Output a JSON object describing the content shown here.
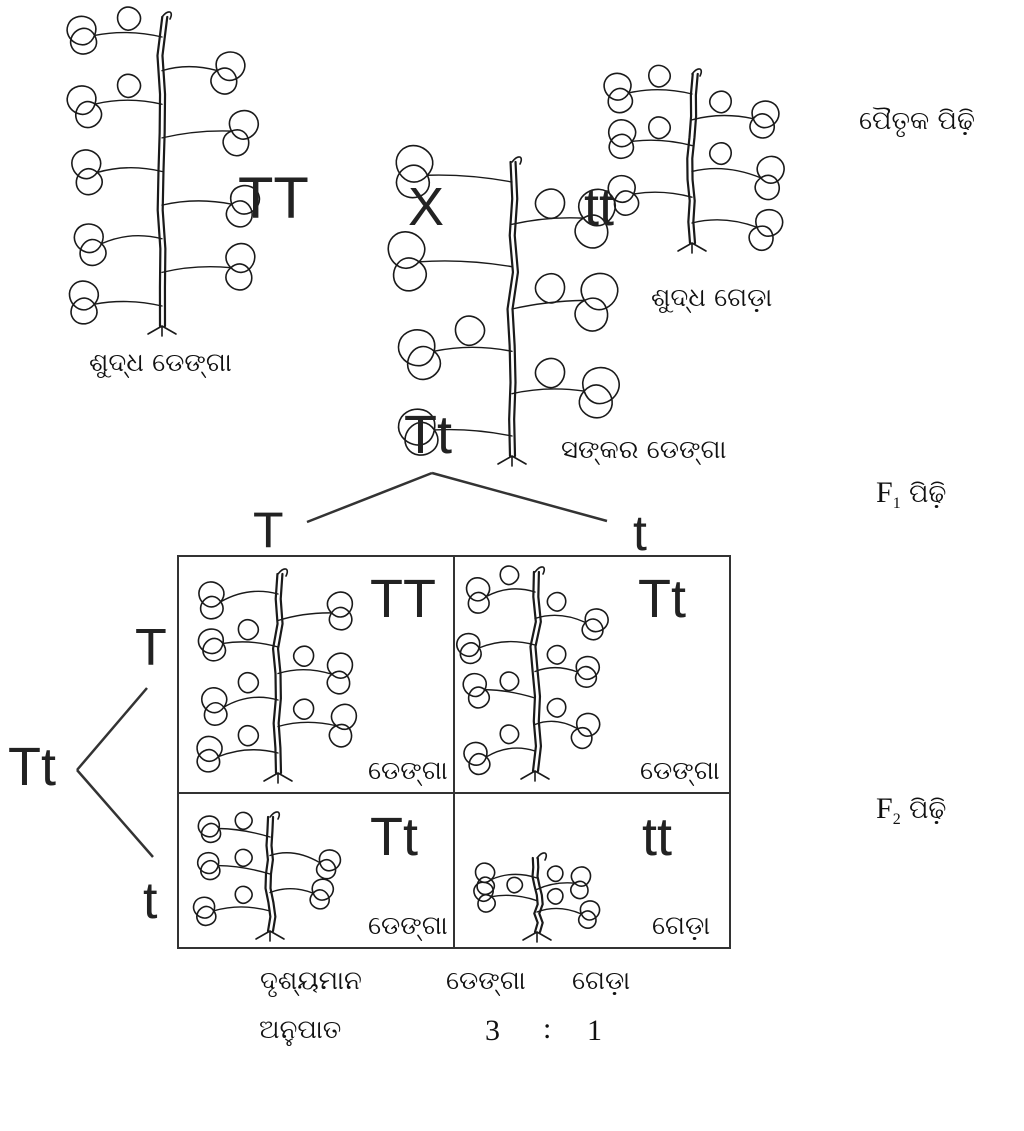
{
  "parents": {
    "left_genotype": "TT",
    "left_label": "ଶୁଦ୍ଧ ଡେଙ୍ଗା",
    "cross_symbol": "X",
    "right_genotype": "tt",
    "right_label": "ଶୁଦ୍ଧ ଗେଡ଼ା",
    "generation_label": "ପୈତୃକ ପିଢ଼ି"
  },
  "f1": {
    "genotype": "Tt",
    "label": "ସଙ୍କର ଡେଙ୍ଗା",
    "generation_prefix": "F",
    "generation_sub": "1",
    "generation_suffix": " ପିଢ଼ି"
  },
  "gametes": {
    "top_left": "T",
    "top_right": "t",
    "side_parent": "Tt",
    "side_top": "T",
    "side_bottom": "t"
  },
  "punnett": [
    {
      "genotype": "TT",
      "phenotype": "ଡେଙ୍ଗା"
    },
    {
      "genotype": "Tt",
      "phenotype": "ଡେଙ୍ଗା"
    },
    {
      "genotype": "Tt",
      "phenotype": "ଡେଙ୍ଗା"
    },
    {
      "genotype": "tt",
      "phenotype": "ଗେଡ଼ା"
    }
  ],
  "f2": {
    "generation_prefix": "F",
    "generation_sub": "2",
    "generation_suffix": " ପିଢ଼ି"
  },
  "ratio": {
    "row1_label": "ଦୃଶ୍ୟମାନ",
    "tall_label": "ଡେଙ୍ଗା",
    "dwarf_label": "ଗେଡ଼ା",
    "row2_label": "ଅନୁପାତ",
    "tall_value": "3",
    "separator": ":",
    "dwarf_value": "1"
  }
}
